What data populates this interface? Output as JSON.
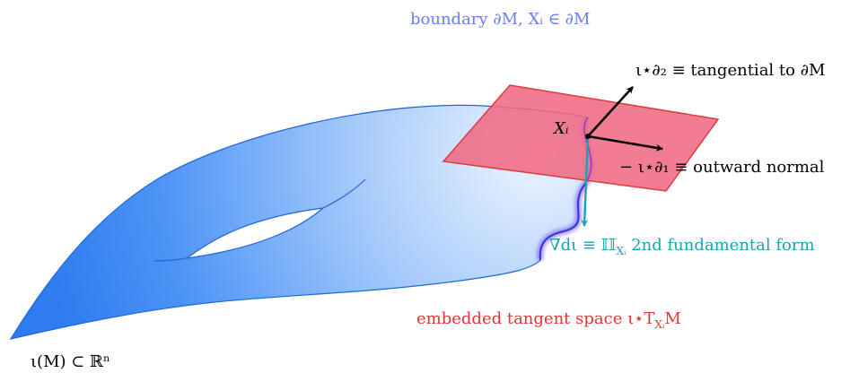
{
  "labels": {
    "boundary": "boundary ∂M, Xᵢ ∈ ∂M",
    "tangential": "ι⋆∂₂ ≡ tangential to ∂M",
    "point": "Xᵢ",
    "outward": "− ι⋆∂₁ ≡ outward normal",
    "second_form": "∇dι ≡ 𝕀𝕀",
    "second_form_sub": "Xᵢ",
    "second_form_tail": " 2nd fundamental form",
    "tangent_space": "embedded tangent space ι⋆T",
    "tangent_space_sub": "Xᵢ",
    "tangent_space_tail": "M",
    "manifold": "ι(M) ⊂ ℝⁿ"
  },
  "colors": {
    "surface_light": "#eaf2ff",
    "surface_dark": "#3a86f5",
    "surface_edge": "#1f66d8",
    "boundary_label": "#6a7ff0",
    "boundary_glow": "#3f2fd9",
    "plane_fill": "#f06a84",
    "plane_edge": "#e03b3b",
    "tangent_label": "#e03636",
    "second_form": "#1aa3b0",
    "arrow": "#000000"
  }
}
